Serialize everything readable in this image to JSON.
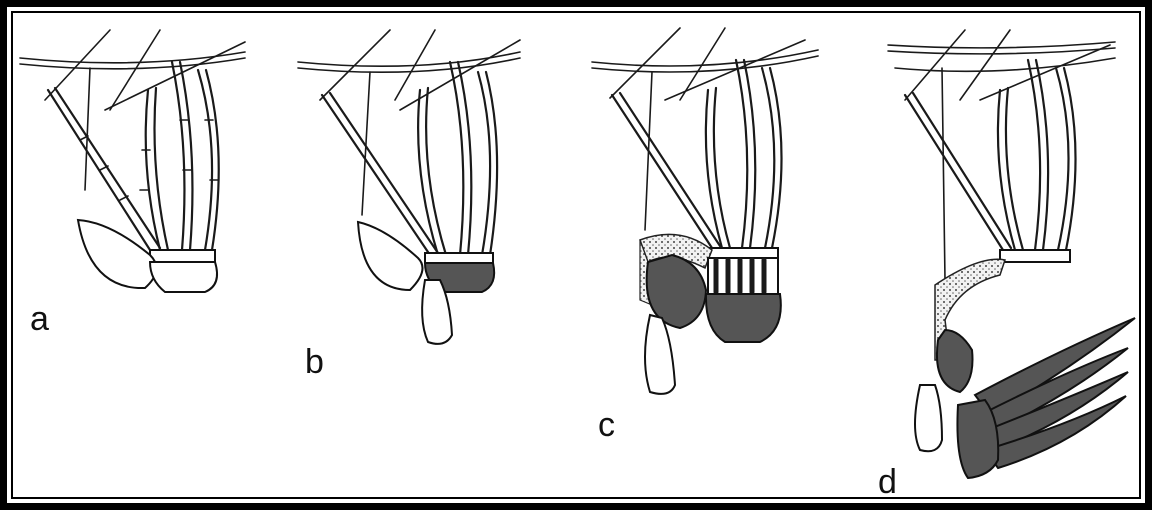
{
  "figure": {
    "panels": [
      {
        "id": "a",
        "label": "a"
      },
      {
        "id": "b",
        "label": "b"
      },
      {
        "id": "c",
        "label": "c"
      },
      {
        "id": "d",
        "label": "d"
      }
    ]
  },
  "colors": {
    "frame": "#000000",
    "background": "#ffffff",
    "shaded": "#555555",
    "stipple": "#e8e8e8"
  }
}
